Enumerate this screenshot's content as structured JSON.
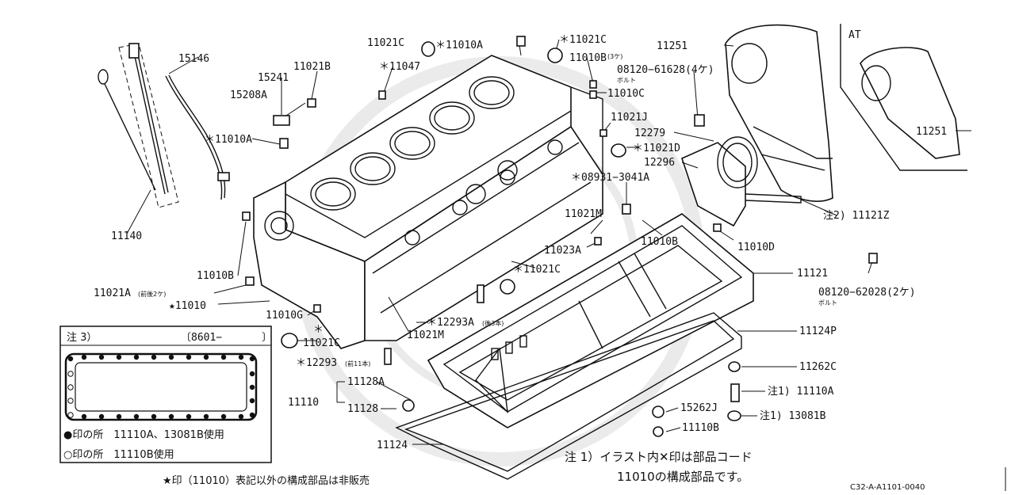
{
  "callouts": [
    {
      "id": "c15146",
      "text": "15146"
    },
    {
      "id": "c11140",
      "text": "11140"
    },
    {
      "id": "c15241",
      "text": "15241"
    },
    {
      "id": "c15208A",
      "text": "15208A"
    },
    {
      "id": "c11021B",
      "text": "11021B"
    },
    {
      "id": "c11047",
      "text": "＊11047"
    },
    {
      "id": "c11010A_top",
      "text": "＊11010A"
    },
    {
      "id": "c11021C_top",
      "text": "11021C"
    },
    {
      "id": "c11021C_top2",
      "text": "＊11021C"
    },
    {
      "id": "c11010B_top",
      "text": "11010B"
    },
    {
      "id": "c11010C",
      "text": "11010C"
    },
    {
      "id": "c08120_61628",
      "text": "08120−61628(4ケ)"
    },
    {
      "id": "c11021J",
      "text": "11021J"
    },
    {
      "id": "c12279",
      "text": "12279"
    },
    {
      "id": "c11021D",
      "text": "＊11021D"
    },
    {
      "id": "c12296",
      "text": "12296"
    },
    {
      "id": "c11010A_left",
      "text": "＊11010A"
    },
    {
      "id": "c08931",
      "text": "＊08931−3041A"
    },
    {
      "id": "c11121Z",
      "text": "注2) 11121Z"
    },
    {
      "id": "c11021M_r",
      "text": "11021M"
    },
    {
      "id": "c11010B_r",
      "text": "11010B"
    },
    {
      "id": "c11010D",
      "text": "11010D"
    },
    {
      "id": "c11023A",
      "text": "11023A"
    },
    {
      "id": "c11021C_mid",
      "text": "＊11021C"
    },
    {
      "id": "c11121",
      "text": "11121"
    },
    {
      "id": "c11010B_l",
      "text": "11010B"
    },
    {
      "id": "c11021A",
      "text": "11021A"
    },
    {
      "id": "c11010",
      "text": "★11010"
    },
    {
      "id": "c11010G",
      "text": "11010G"
    },
    {
      "id": "c11021C_bot",
      "text": "11021C"
    },
    {
      "id": "c11021M_b",
      "text": "11021M"
    },
    {
      "id": "c12293A",
      "text": "＊12293A"
    },
    {
      "id": "c08120_62028",
      "text": "08120−62028(2ケ)"
    },
    {
      "id": "c11124P",
      "text": "11124P"
    },
    {
      "id": "c12293",
      "text": "＊12293"
    },
    {
      "id": "c11262C",
      "text": "11262C"
    },
    {
      "id": "c11110",
      "text": "11110"
    },
    {
      "id": "c11128A",
      "text": "11128A"
    },
    {
      "id": "c11128",
      "text": "11128"
    },
    {
      "id": "c11110A",
      "text": "注1) 11110A"
    },
    {
      "id": "c15262J",
      "text": "15262J"
    },
    {
      "id": "c13081B",
      "text": "注1) 13081B"
    },
    {
      "id": "c11110B",
      "text": "11110B"
    },
    {
      "id": "c11124",
      "text": "11124"
    },
    {
      "id": "c11251",
      "text": "11251"
    },
    {
      "id": "c11251_at",
      "text": "11251"
    }
  ],
  "small_notes": {
    "n3ke": "(3ケ)",
    "bolt1": "ボルト",
    "bolt2": "ボルト",
    "maeushiro": "(前後2ケ)",
    "ushiro3": "(後3本)",
    "mae11": "(前11本)",
    "star_mark": "＊"
  },
  "at_label": "AT",
  "inset": {
    "title": "注 3）",
    "code": "〔8601−",
    "bracket": "〕"
  },
  "legend": {
    "filled": "●印の所　11110A、13081B使用",
    "open": "○印の所　11110B使用",
    "star": "★印（11010）表記以外の構成部品は非販売"
  },
  "note1": {
    "line1": "注 1）イラスト内✕印は部品コード",
    "line2": "11010の構成部品です。"
  },
  "diagram_code": "C32-A-A1101-0040"
}
